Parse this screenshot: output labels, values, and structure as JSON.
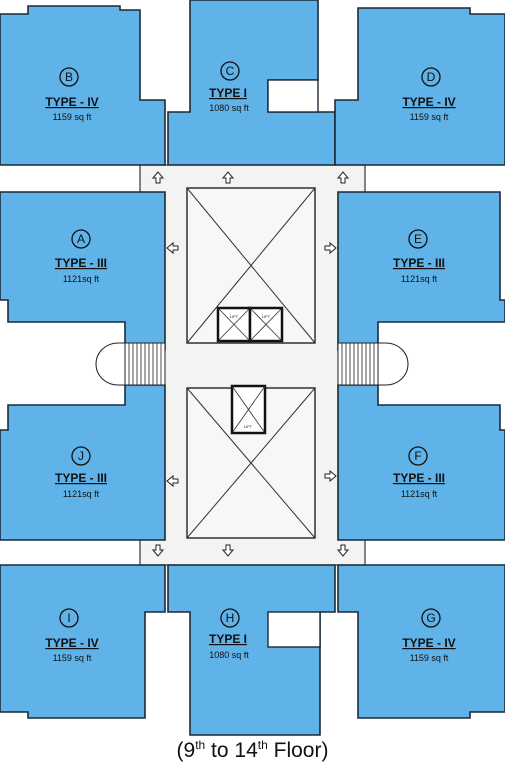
{
  "units": {
    "b": {
      "letter": "B",
      "type": "TYPE - IV",
      "area": "1159 sq ft"
    },
    "c": {
      "letter": "C",
      "type": "TYPE I",
      "area": "1080 sq ft"
    },
    "d": {
      "letter": "D",
      "type": "TYPE - IV",
      "area": "1159 sq ft"
    },
    "a": {
      "letter": "A",
      "type": "TYPE - III",
      "area": "1121sq ft"
    },
    "e": {
      "letter": "E",
      "type": "TYPE - III",
      "area": "1121sq ft"
    },
    "j": {
      "letter": "J",
      "type": "TYPE - III",
      "area": "1121sq ft"
    },
    "f": {
      "letter": "F",
      "type": "TYPE - III",
      "area": "1121sq ft"
    },
    "i": {
      "letter": "I",
      "type": "TYPE - IV",
      "area": "1159 sq ft"
    },
    "h": {
      "letter": "H",
      "type": "TYPE I",
      "area": "1080 sq ft"
    },
    "g": {
      "letter": "G",
      "type": "TYPE - IV",
      "area": "1159 sq ft"
    }
  },
  "lift_label": "LIFT",
  "caption": {
    "open": "(9",
    "sup1": "th",
    "mid": " to 14",
    "sup2": "th",
    "close": " Floor)"
  },
  "colors": {
    "unit_fill": "#5fb3e8",
    "outline": "#1b2a3a",
    "corridor": "#f3f3f1"
  }
}
